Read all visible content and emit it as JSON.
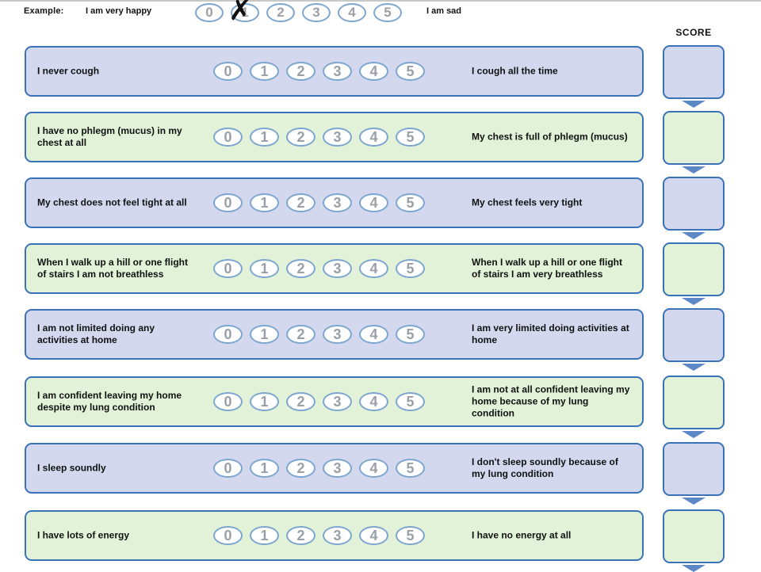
{
  "example": {
    "label": "Example:",
    "left": "I am very happy",
    "right": "I am sad",
    "scale": [
      "0",
      "1",
      "2",
      "3",
      "4",
      "5"
    ],
    "marked": "1"
  },
  "score_header": "SCORE",
  "scale": [
    "0",
    "1",
    "2",
    "3",
    "4",
    "5"
  ],
  "questions": [
    {
      "left": "I never cough",
      "right": "I cough all the time"
    },
    {
      "left": "I have no phlegm (mucus) in my chest at all",
      "right": "My chest is full of phlegm (mucus)"
    },
    {
      "left": "My chest does not feel tight at all",
      "right": "My chest feels very tight"
    },
    {
      "left": "When I walk up a hill or one flight of stairs I am not breathless",
      "right": "When I walk up a hill or one flight of stairs I am very breathless"
    },
    {
      "left": "I am not limited doing any activities at home",
      "right": "I am very limited doing activities at home"
    },
    {
      "left": "I am confident leaving my home despite my lung condition",
      "right": "I am not at all confident leaving my home because of my lung condition"
    },
    {
      "left": "I sleep soundly",
      "right": "I don't sleep soundly because of my lung condition"
    },
    {
      "left": "I have lots of energy",
      "right": "I have no energy at all"
    }
  ]
}
